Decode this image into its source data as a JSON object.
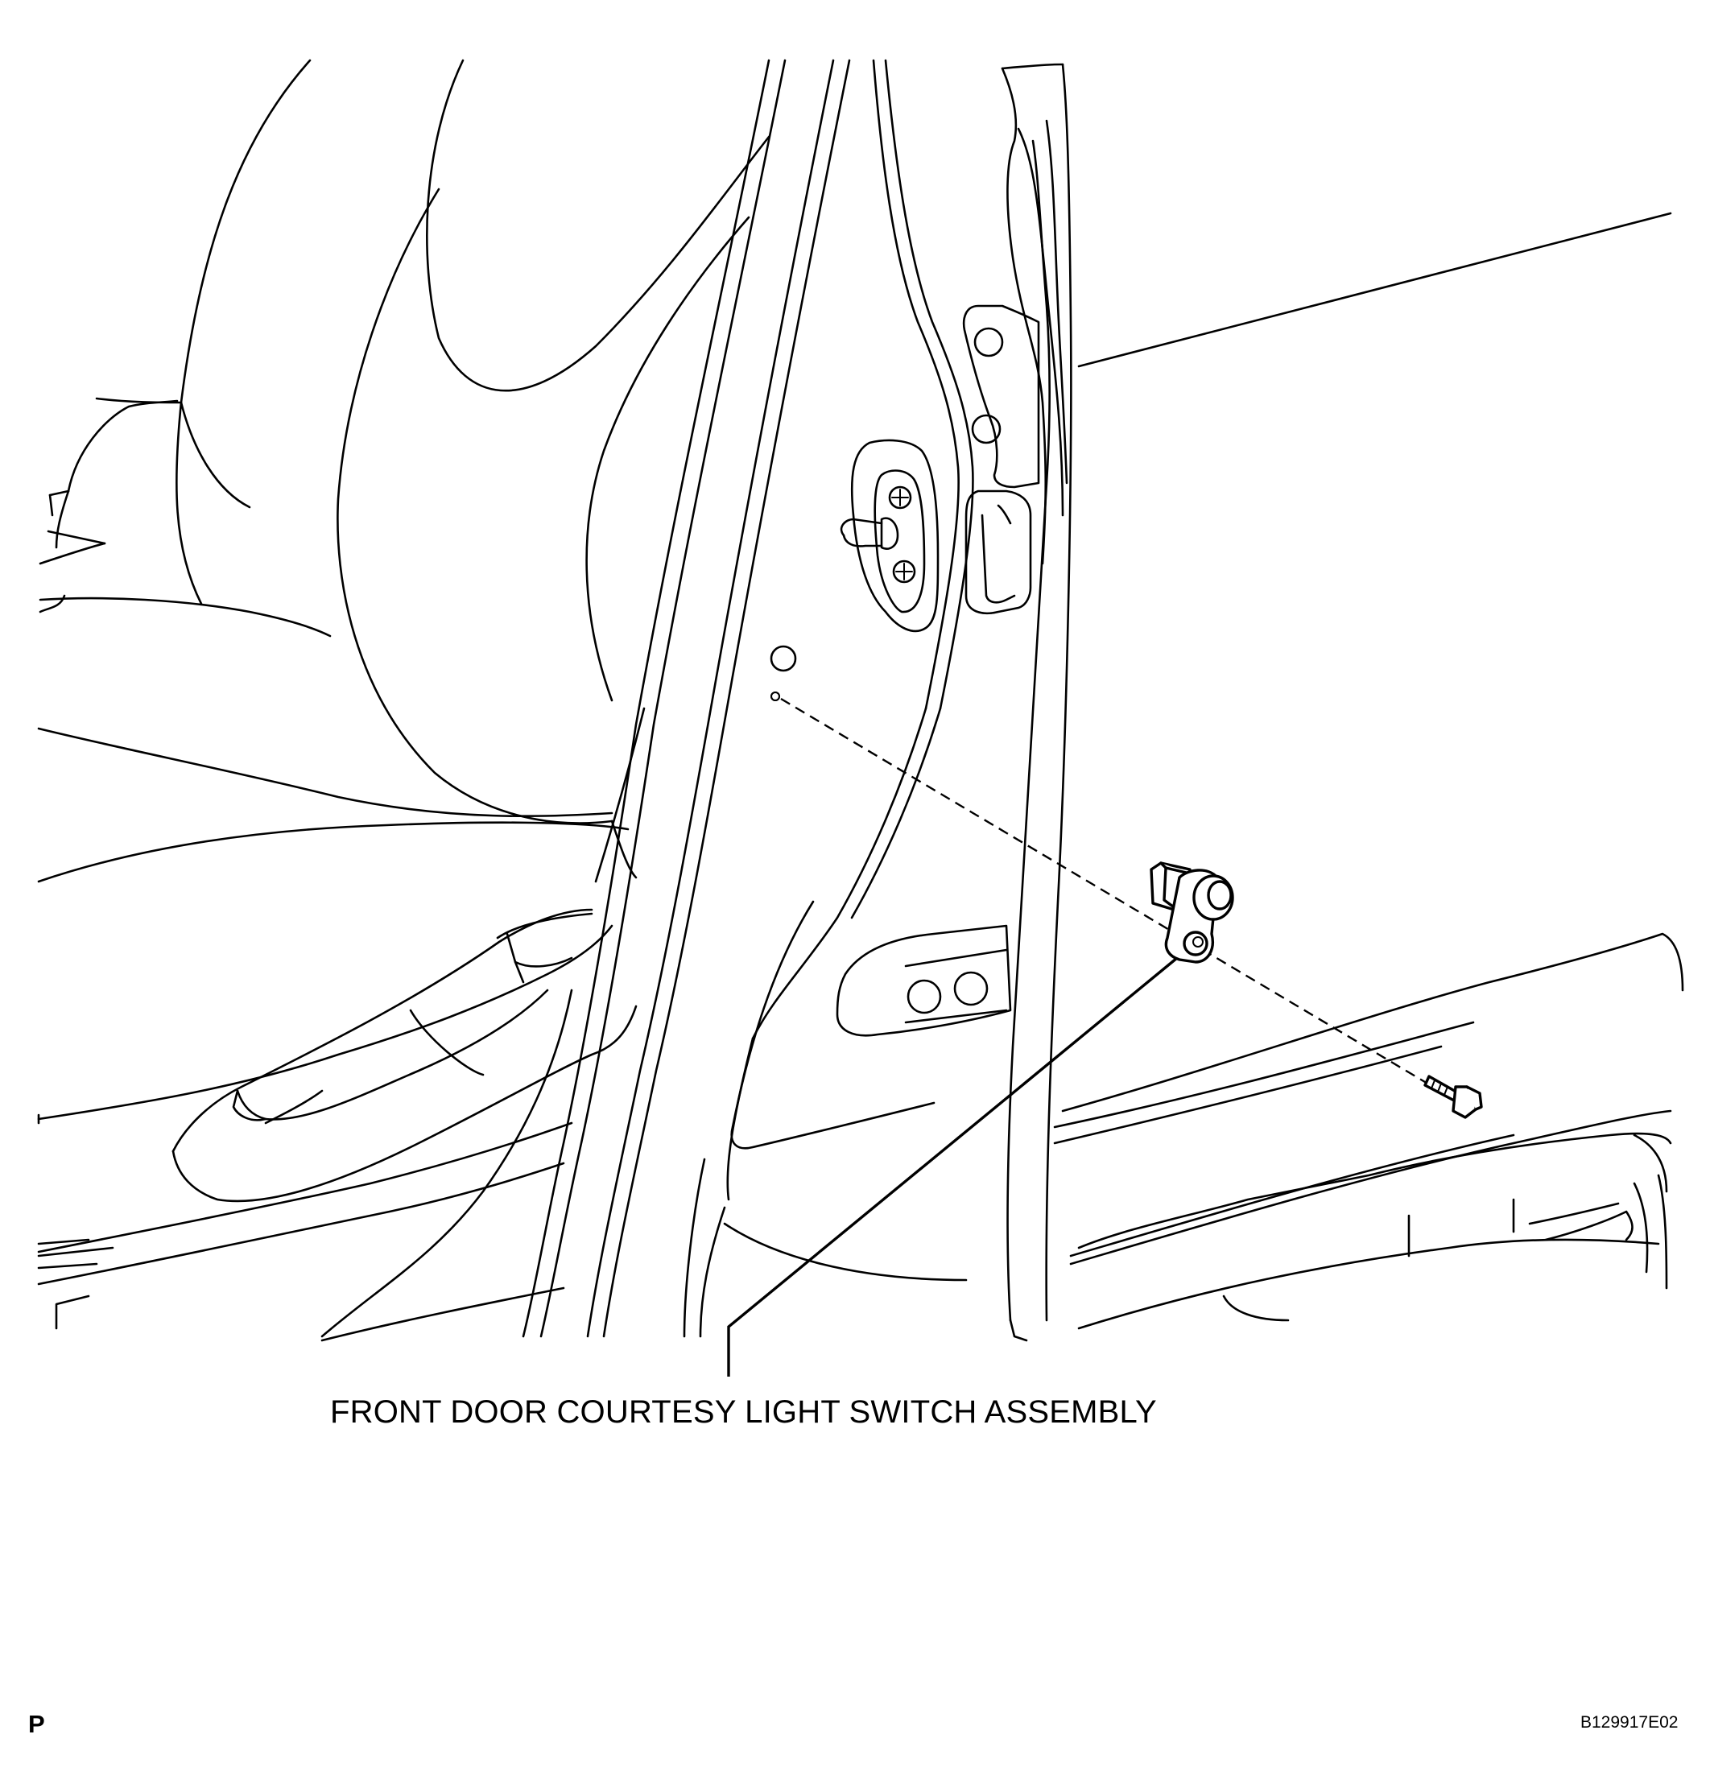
{
  "diagram": {
    "callout_label": "FRONT DOOR COURTESY LIGHT SWITCH ASSEMBLY",
    "page_code": "P",
    "figure_id": "B129917E02"
  },
  "parts": [
    {
      "name": "courtesy-light-switch",
      "label_ref": "callout_label"
    },
    {
      "name": "mounting-bolt"
    },
    {
      "name": "mounting-hole"
    },
    {
      "name": "door-lock-striker"
    },
    {
      "name": "door-hinge-upper"
    },
    {
      "name": "door-hinge-lower"
    },
    {
      "name": "front-seat"
    },
    {
      "name": "center-pillar"
    },
    {
      "name": "front-door"
    }
  ]
}
